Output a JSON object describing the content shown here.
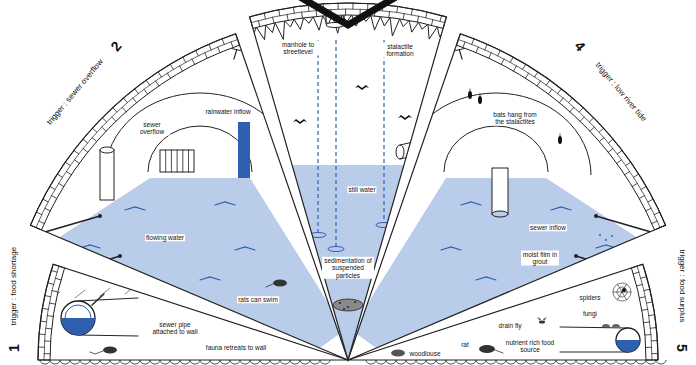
{
  "diagram": {
    "labels": [
      "trigger : food shortage",
      "1",
      "sewer pipe attached to wall",
      "fauna retreats to wall",
      "trigger : sewer overflow",
      "2",
      "rainwater inflow",
      "sewer overflow",
      "flowing water",
      "rats can swim",
      "manhole to streetlevel",
      "stalactite formation",
      "still water",
      "sedimentation of suspended particles",
      "bats hang from the stalactites",
      "sewer inflow",
      "moist film in grout",
      "trigger : low river tide",
      "4",
      "spiders",
      "drain fly",
      "nutrient rich food source",
      "fungi",
      "rat",
      "woodlouse",
      "trigger : food surplus",
      "5"
    ]
  }
}
